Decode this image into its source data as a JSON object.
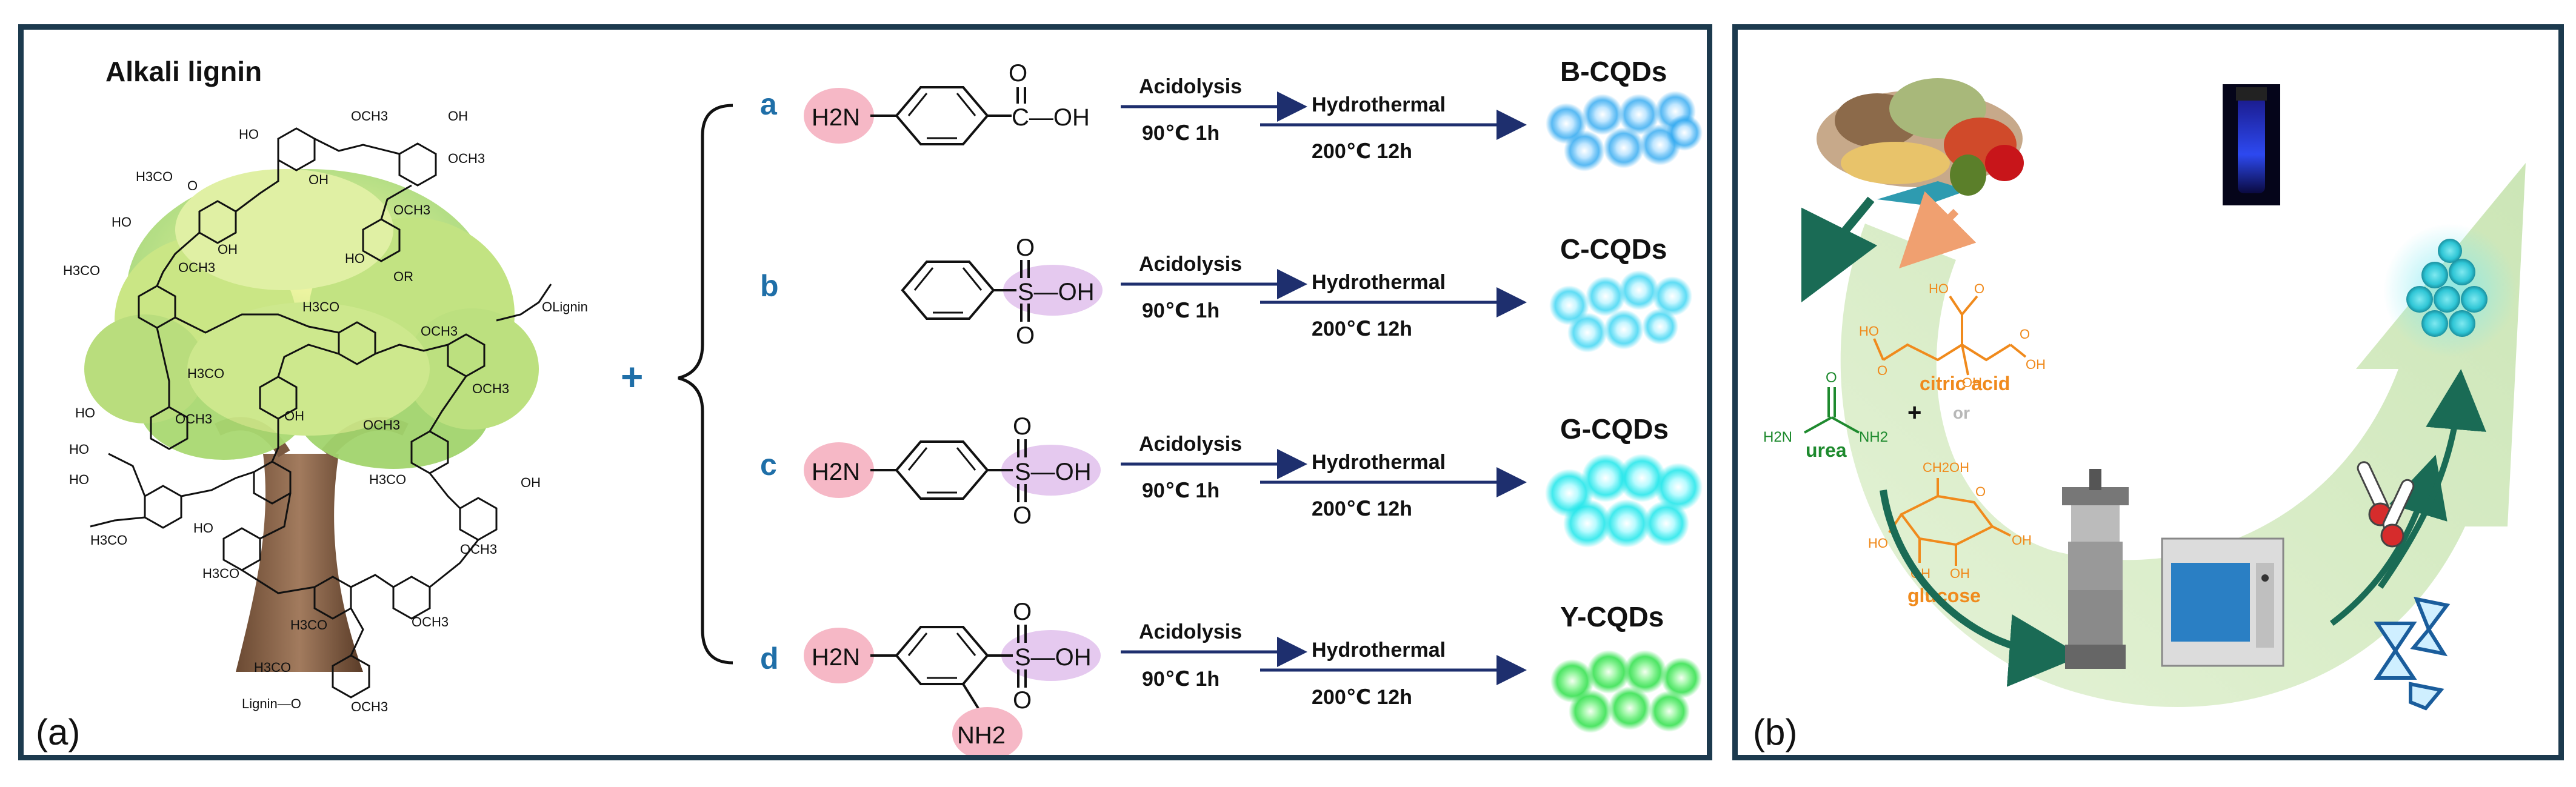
{
  "panel_a": {
    "label": "(a)",
    "title": "Alkali lignin",
    "plus": "+",
    "lignin_groups": {
      "och3": "OCH3",
      "h3co": "H3CO",
      "oh": "OH",
      "ho": "HO",
      "o": "O",
      "or": "OR",
      "olignin": "OLignin",
      "lignin_o": "Lignin—O"
    },
    "reactions": [
      {
        "letter": "a",
        "left_group": "H2N",
        "right_group": "C—OH",
        "top_atom": "O",
        "bottom_atom": "",
        "step1": "Acidolysis",
        "cond1": "90℃ 1h",
        "step2": "Hydrothermal",
        "cond2": "200℃ 12h",
        "product": "B-CQDs",
        "color": "#2fa8f0"
      },
      {
        "letter": "b",
        "left_group": "",
        "right_group": "S—OH",
        "top_atom": "O",
        "bottom_atom": "O",
        "step1": "Acidolysis",
        "cond1": "90℃ 1h",
        "step2": "Hydrothermal",
        "cond2": "200℃ 12h",
        "product": "C-CQDs",
        "color": "#38d4f2"
      },
      {
        "letter": "c",
        "left_group": "H2N",
        "right_group": "S—OH",
        "top_atom": "O",
        "bottom_atom": "O",
        "step1": "Acidolysis",
        "cond1": "90℃ 1h",
        "step2": "Hydrothermal",
        "cond2": "200℃ 12h",
        "product": "G-CQDs",
        "color": "#1fe6ea"
      },
      {
        "letter": "d",
        "left_group": "H2N",
        "right_group": "S—OH",
        "top_atom": "O",
        "bottom_atom": "O",
        "extra_group": "NH2",
        "step1": "Acidolysis",
        "cond1": "90℃ 1h",
        "step2": "Hydrothermal",
        "cond2": "200℃ 12h",
        "product": "Y-CQDs",
        "color": "#2fe04a"
      }
    ]
  },
  "panel_b": {
    "label": "(b)",
    "citric_acid": "citric acid",
    "urea": "urea",
    "plus": "+",
    "or": "or",
    "glucose": "glucose",
    "urea_atoms": {
      "o": "O",
      "h2n": "H2N",
      "nh2": "NH2"
    },
    "citric_atoms": {
      "ho": "HO",
      "oh": "OH",
      "o": "O"
    },
    "glucose_atoms": {
      "ch2oh": "CH2OH",
      "ho": "HO",
      "oh": "OH",
      "o": "O"
    },
    "colors": {
      "dark_green": "#1a6b55",
      "light_green": "#cfe8b8",
      "orange": "#f08a1c",
      "urea_green": "#1e8a2e",
      "teal": "#2fc6d6"
    }
  }
}
